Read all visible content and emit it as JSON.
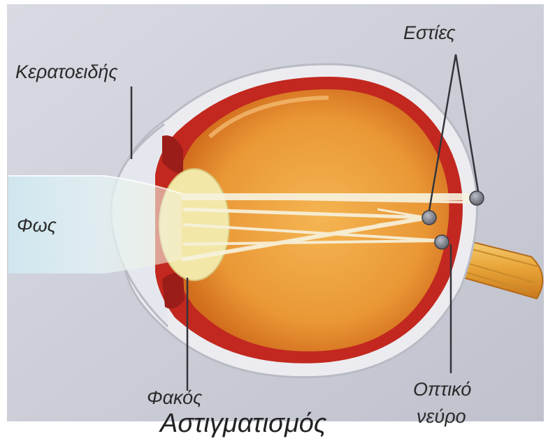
{
  "labels": {
    "cornea": "Κερατοειδής",
    "foci": "Εστίες",
    "light": "Φως",
    "lens": "Φακός",
    "optic_nerve_line1": "Οπτικό",
    "optic_nerve_line2": "νεύρο",
    "title": "Αστιγματισμός"
  },
  "colors": {
    "background": "#c9cbd6",
    "frame": "#ffffff",
    "vitreous_center": "#f2ad4a",
    "vitreous_edge": "#d8741c",
    "retina": "#c2281f",
    "sclera": "#eaeaee",
    "lens": "#f3e7a8",
    "light_beam": "#d9eef5",
    "focal_point": "#6d7078",
    "optic_nerve": "#e8a437",
    "text": "#2a2a2a"
  }
}
